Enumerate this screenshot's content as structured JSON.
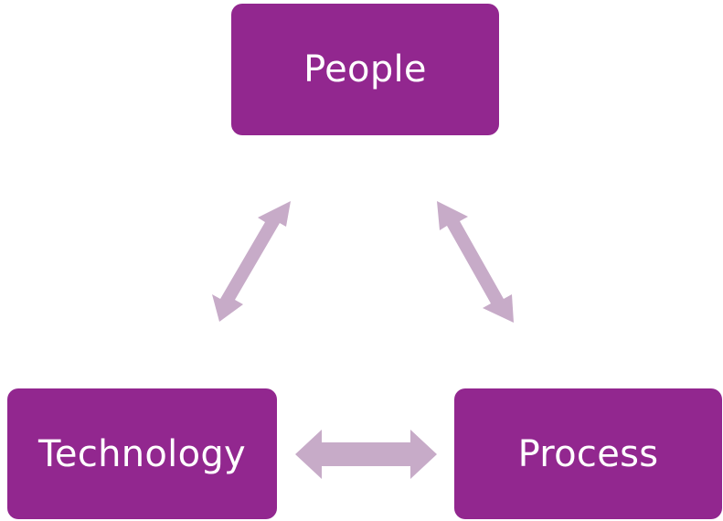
{
  "colors": {
    "node": "#92278f",
    "arrow": "#c7abc8",
    "text": "#ffffff",
    "background": "#ffffff"
  },
  "nodes": {
    "people": {
      "label": "People"
    },
    "technology": {
      "label": "Technology"
    },
    "process": {
      "label": "Process"
    }
  },
  "connections": [
    {
      "from": "people",
      "to": "technology",
      "type": "bidirectional"
    },
    {
      "from": "people",
      "to": "process",
      "type": "bidirectional"
    },
    {
      "from": "technology",
      "to": "process",
      "type": "bidirectional"
    }
  ]
}
